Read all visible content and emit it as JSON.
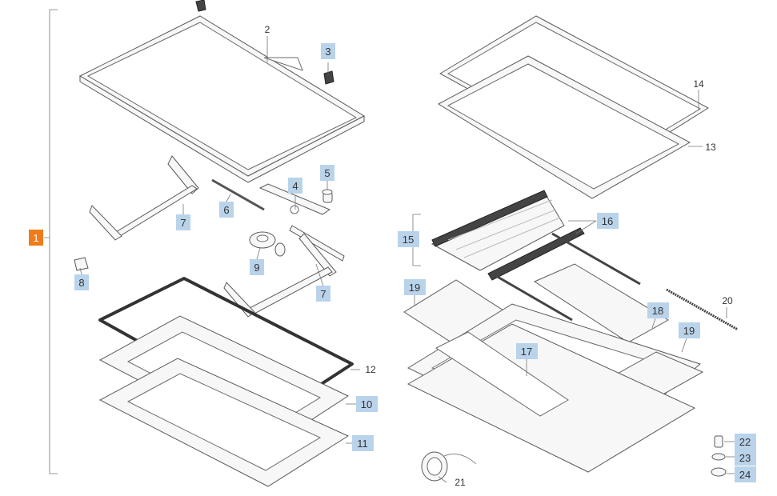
{
  "diagram": {
    "main_callout": "1",
    "highlighted_callouts": [
      "3",
      "4",
      "5",
      "6",
      "7",
      "8",
      "9",
      "7",
      "10",
      "11",
      "15",
      "16",
      "19",
      "17",
      "18",
      "19",
      "22",
      "23",
      "24"
    ],
    "plain_callouts": [
      "2",
      "12",
      "13",
      "14",
      "20",
      "21"
    ],
    "colors": {
      "main_callout": "#f07b1a",
      "highlight_callout": "#b9d3ea",
      "line": "#5a5a5a",
      "background": "#ffffff"
    }
  }
}
